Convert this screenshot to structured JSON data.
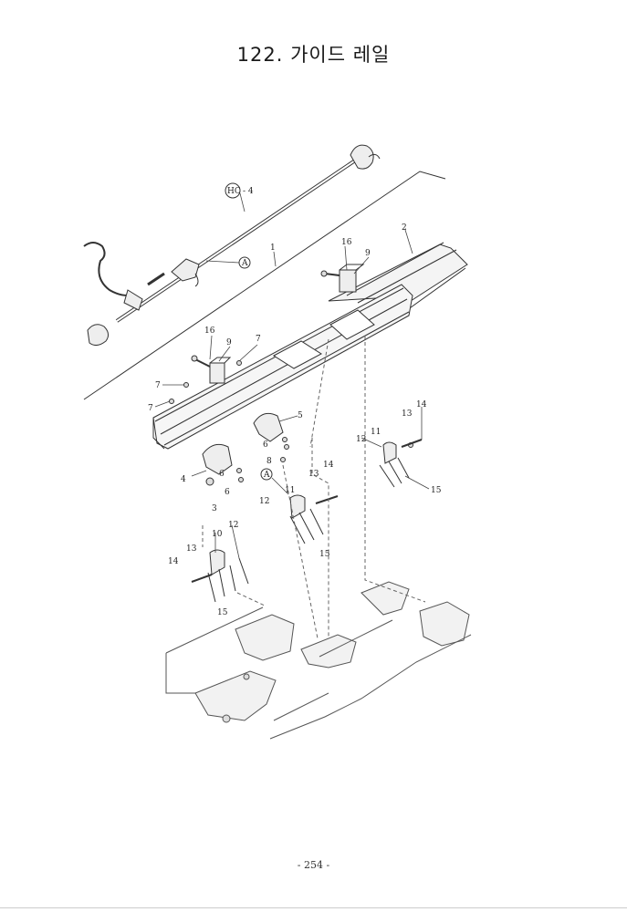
{
  "page": {
    "title": "122. 가이드 레일",
    "page_number": "- 254 -"
  },
  "callouts": {
    "hc4_circle": "HC",
    "hc4_suffix": "- 4",
    "a_top": "A",
    "a_mid": "A",
    "p1": "1",
    "p2": "2",
    "p16a": "16",
    "p9a": "9",
    "p16b": "16",
    "p9b": "9",
    "p7a": "7",
    "p7b": "7",
    "p7c": "7",
    "p5": "5",
    "p6a": "6",
    "p8": "8",
    "p4": "4",
    "p6b": "6",
    "p6c": "6",
    "p3": "3",
    "p13a": "13",
    "p14a": "14",
    "p11a": "11",
    "p12a": "12",
    "p15a": "15",
    "p14b": "14",
    "p13b": "13",
    "p11b": "11",
    "p12b": "12",
    "p15b": "15",
    "p10": "10",
    "p12c": "12",
    "p13c": "13",
    "p14c": "14",
    "p15c": "15"
  }
}
